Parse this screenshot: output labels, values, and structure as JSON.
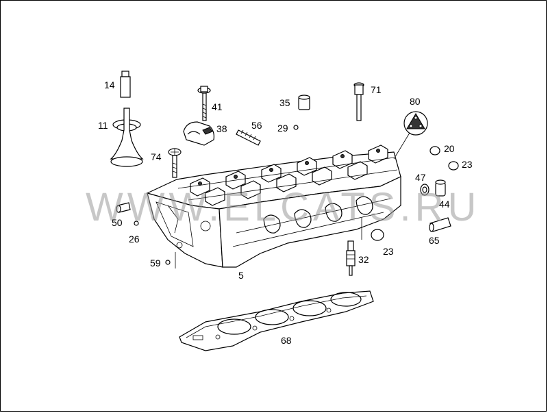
{
  "watermark": "WWW.ELCATS.RU",
  "parts": [
    {
      "id": "p14",
      "label": "14"
    },
    {
      "id": "p11",
      "label": "11"
    },
    {
      "id": "p41",
      "label": "41"
    },
    {
      "id": "p38",
      "label": "38"
    },
    {
      "id": "p74",
      "label": "74"
    },
    {
      "id": "p35",
      "label": "35"
    },
    {
      "id": "p56",
      "label": "56"
    },
    {
      "id": "p29",
      "label": "29"
    },
    {
      "id": "p71",
      "label": "71"
    },
    {
      "id": "p80",
      "label": "80"
    },
    {
      "id": "p20",
      "label": "20"
    },
    {
      "id": "p23a",
      "label": "23"
    },
    {
      "id": "p47",
      "label": "47"
    },
    {
      "id": "p44",
      "label": "44"
    },
    {
      "id": "p65",
      "label": "65"
    },
    {
      "id": "p50",
      "label": "50"
    },
    {
      "id": "p26",
      "label": "26"
    },
    {
      "id": "p59",
      "label": "59"
    },
    {
      "id": "p5",
      "label": "5"
    },
    {
      "id": "p32",
      "label": "32"
    },
    {
      "id": "p23b",
      "label": "23"
    },
    {
      "id": "p68",
      "label": "68"
    }
  ]
}
